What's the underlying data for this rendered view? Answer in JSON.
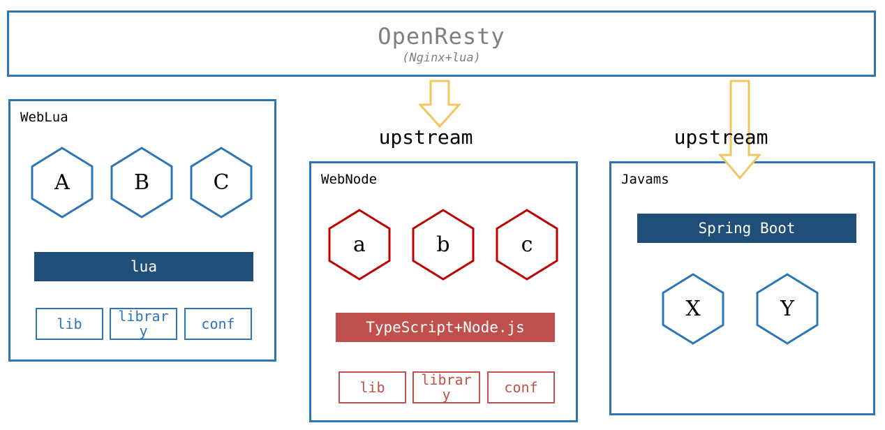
{
  "colors": {
    "blue": "#2E75B6",
    "dark_blue": "#1F4E79",
    "red": "#C00000",
    "brick": "#C0504D",
    "gold": "#F0C75E",
    "gray_text": "#7F7F7F"
  },
  "banner": {
    "title": "OpenResty",
    "subtitle": "(Nginx+lua)"
  },
  "arrows": {
    "middle_label": "upstream",
    "right_label": "upstream"
  },
  "panels": {
    "weblua": {
      "label": "WebLua",
      "hexagons": [
        "A",
        "B",
        "C"
      ],
      "bar_label": "lua",
      "boxes": [
        "lib",
        "library",
        "conf"
      ]
    },
    "webnode": {
      "label": "WebNode",
      "hexagons": [
        "a",
        "b",
        "c"
      ],
      "bar_label": "TypeScript+Node.js",
      "boxes": [
        "lib",
        "library",
        "conf"
      ]
    },
    "javams": {
      "label": "Javams",
      "bar_label": "Spring Boot",
      "hexagons": [
        "X",
        "Y"
      ]
    }
  }
}
